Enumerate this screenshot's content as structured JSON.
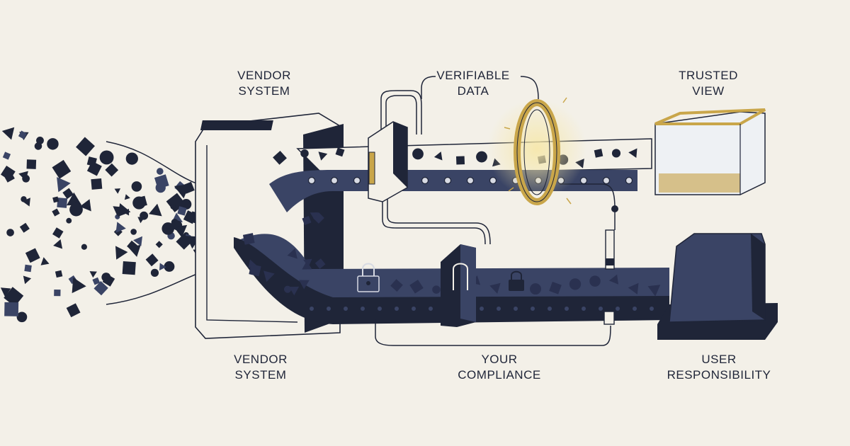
{
  "labels": {
    "vendor_top": [
      "VENDOR",
      "SYSTEM"
    ],
    "verifiable": [
      "VERIFIABLE",
      "DATA"
    ],
    "trusted": [
      "TRUSTED",
      "VIEW"
    ],
    "vendor_bottom": [
      "VENDOR",
      "SYSTEM"
    ],
    "compliance": [
      "YOUR",
      "COMPLIANCE"
    ],
    "user": [
      "USER",
      "RESPONSIBILITY"
    ]
  },
  "colors": {
    "background": "#f3f0e8",
    "navy": "#1f2538",
    "slate": "#3a4465",
    "gold": "#c9a64a",
    "outline": "#1f2538"
  }
}
